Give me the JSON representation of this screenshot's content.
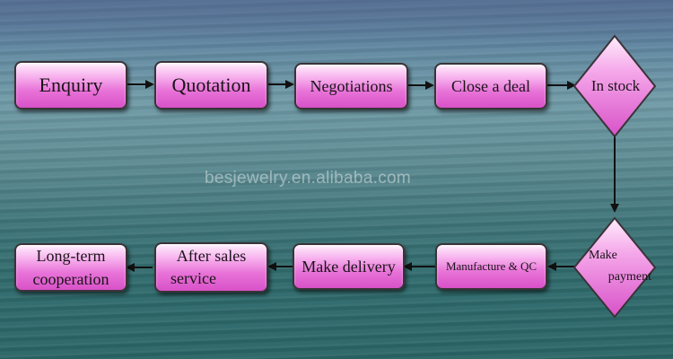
{
  "steps": {
    "enquiry": "Enquiry",
    "quotation": "Quotation",
    "negotiations": "Negotiations",
    "close_deal": "Close a deal",
    "in_stock": "In stock",
    "make_payment_1": "Make",
    "make_payment_2": "payment",
    "manufacture_qc": "Manufacture & QC",
    "make_delivery": "Make delivery",
    "after_sales_1": "After sales",
    "after_sales_2": "service",
    "long_term_1": "Long-term",
    "long_term_2": "cooperation"
  },
  "watermark": "besjewelry.en.alibaba.com",
  "colors": {
    "box_light": "#ffeefc",
    "box_mid": "#e873d8",
    "box_dark": "#d851c8",
    "border": "#3a3338",
    "arrow": "#111111"
  }
}
